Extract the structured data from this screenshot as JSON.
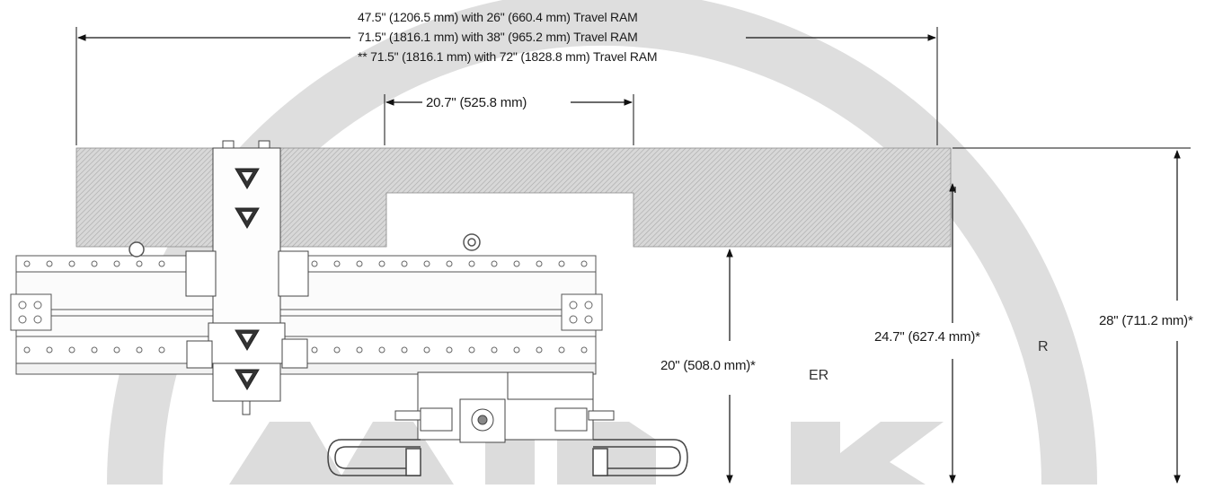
{
  "dimensions": {
    "overall_lines": [
      "47.5\" (1206.5 mm) with 26\" (660.4 mm) Travel RAM",
      "71.5\" (1816.1 mm) with 38\" (965.2 mm) Travel RAM",
      "** 71.5\" (1816.1 mm) with 72\" (1828.8 mm) Travel RAM"
    ],
    "notch_width": "20.7\" (525.8 mm)",
    "height_a": "20\" (508.0 mm)*",
    "height_b": "24.7\" (627.4 mm)*",
    "height_c": "28\" (711.2 mm)*"
  },
  "fragments": {
    "er": "ER",
    "r": "R"
  },
  "watermark": {
    "color": "#dcdcdc"
  }
}
